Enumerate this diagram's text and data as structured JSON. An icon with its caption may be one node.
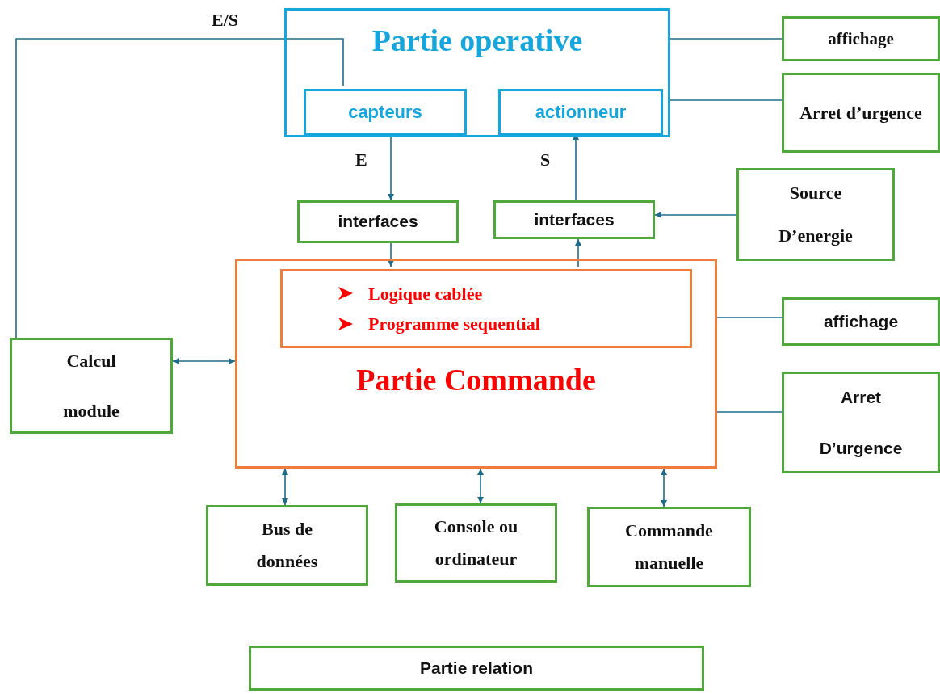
{
  "diagram": {
    "nodes": [
      {
        "text": [
          "Partie operative"
        ]
      },
      {
        "text": [
          "capteurs"
        ],
        "in": 0
      },
      {
        "text": [
          "actionneur"
        ],
        "in": 0
      },
      {
        "text": [
          "affichage"
        ]
      },
      {
        "text": [
          "Arret d’urgence"
        ]
      },
      {
        "text": [
          "interfaces"
        ]
      },
      {
        "text": [
          "interfaces"
        ]
      },
      {
        "text": [
          "Source D’energie"
        ]
      },
      {
        "text": [
          "Partie Commande"
        ]
      },
      {
        "text": [
          "Logique cablée",
          "Programme sequential"
        ],
        "in": 8
      },
      {
        "text": [
          "affichage"
        ]
      },
      {
        "text": [
          "Arret D’urgence"
        ]
      },
      {
        "text": [
          "Calcul module"
        ]
      },
      {
        "text": [
          "Bus de données"
        ]
      },
      {
        "text": [
          "Console ou ordinateur"
        ]
      },
      {
        "text": [
          "Commande manuelle"
        ]
      },
      {
        "text": [
          "Partie relation"
        ]
      }
    ],
    "edges": [
      {
        "from": 0,
        "to": 3,
        "arrow": "none"
      },
      {
        "from": 0,
        "to": 4,
        "arrow": "none"
      },
      {
        "from": 1,
        "to": 5,
        "arrow": "to",
        "label": "E"
      },
      {
        "from": 6,
        "to": 2,
        "arrow": "to",
        "label": "S"
      },
      {
        "from": 7,
        "to": 6,
        "arrow": "to"
      },
      {
        "from": 5,
        "to": 9,
        "arrow": "to"
      },
      {
        "from": 9,
        "to": 6,
        "arrow": "to"
      },
      {
        "from": 8,
        "to": 10,
        "arrow": "none"
      },
      {
        "from": 8,
        "to": 11,
        "arrow": "none"
      },
      {
        "from": 12,
        "to": 8,
        "arrow": "both"
      },
      {
        "from": 8,
        "to": 13,
        "arrow": "both"
      },
      {
        "from": 8,
        "to": 14,
        "arrow": "both"
      },
      {
        "from": 8,
        "to": 15,
        "arrow": "both"
      },
      {
        "from": 12,
        "to": 1,
        "arrow": "none",
        "label": "E/S"
      }
    ]
  }
}
